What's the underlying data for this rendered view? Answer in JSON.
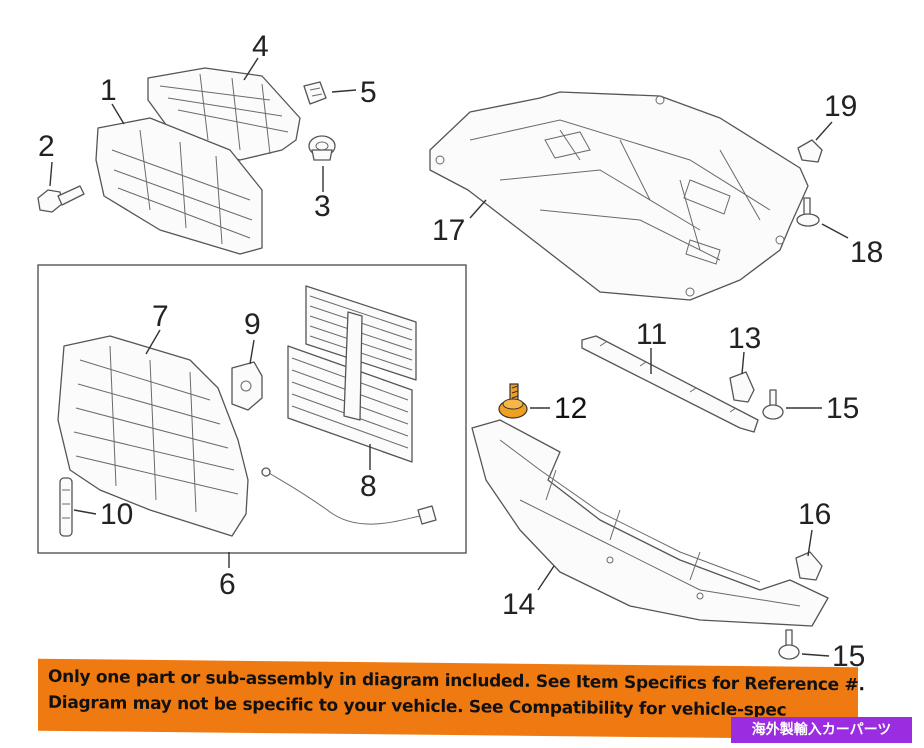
{
  "callouts": {
    "c1": "1",
    "c2": "2",
    "c3": "3",
    "c4": "4",
    "c5": "5",
    "c6": "6",
    "c7": "7",
    "c8": "8",
    "c9": "9",
    "c10": "10",
    "c11": "11",
    "c12": "12",
    "c13": "13",
    "c14": "14",
    "c15a": "15",
    "c15b": "15",
    "c16": "16",
    "c17": "17",
    "c18": "18",
    "c19": "19"
  },
  "colors": {
    "banner": "#f07a12",
    "badge": "#9a2de0",
    "highlight_part": "#f0a020"
  },
  "banner": {
    "line1": "Only one part or sub-assembly in diagram included. See Item Specifics for Reference #.",
    "line2": "Diagram may not be specific to your vehicle. See Compatibility for vehicle-spec"
  },
  "badge": {
    "text": "海外製輸入カーパーツ"
  }
}
